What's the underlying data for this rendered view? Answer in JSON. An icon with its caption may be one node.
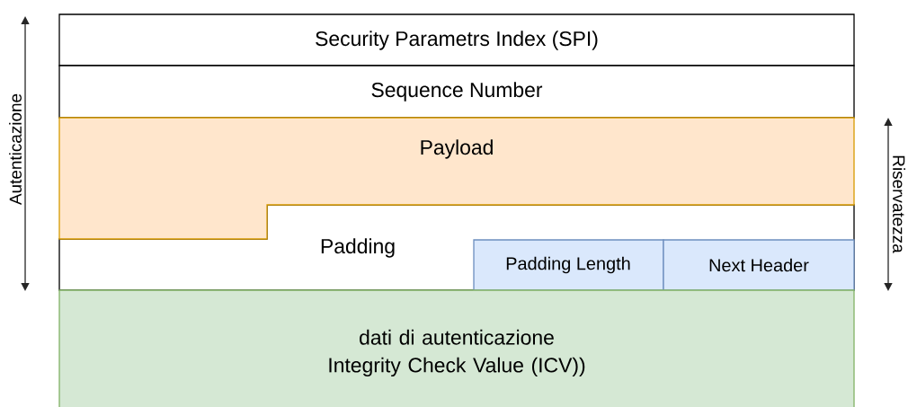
{
  "diagram": {
    "nodes": [
      {
        "text": [
          "Security Parametrs Index (SPI)"
        ]
      },
      {
        "text": [
          "Sequence Number"
        ]
      },
      {
        "text": [
          "Payload"
        ]
      },
      {
        "text": [
          "Padding"
        ]
      },
      {
        "text": [
          "Padding Length"
        ],
        "in": 3
      },
      {
        "text": [
          "Next Header"
        ],
        "in": 3
      },
      {
        "text": [
          "dati di autenticazione Integrity Check Value (ICV))"
        ]
      }
    ],
    "edges": [],
    "labels": [
      "Autenticazione",
      "Riservatezza"
    ]
  }
}
